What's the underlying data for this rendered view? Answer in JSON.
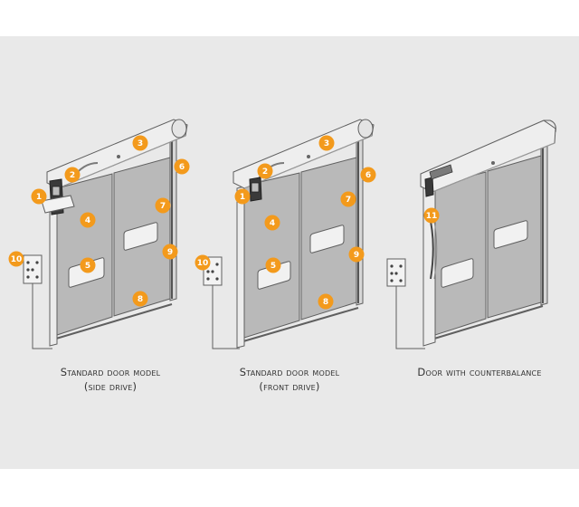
{
  "colors": {
    "badge": "#f39a1c",
    "panel": "#b9b9b9",
    "frame": "#ececec",
    "stroke": "#5f5f5f",
    "background": "#e9e9e9"
  },
  "diagrams": [
    {
      "caption_line1": "Standard door model",
      "caption_line2": "(side drive)",
      "badges": [
        "1",
        "2",
        "3",
        "4",
        "5",
        "6",
        "7",
        "8",
        "9",
        "10"
      ]
    },
    {
      "caption_line1": "Standard door model",
      "caption_line2": "(front drive)",
      "badges": [
        "1",
        "2",
        "3",
        "4",
        "5",
        "6",
        "7",
        "8",
        "9",
        "10"
      ]
    },
    {
      "caption_line1": "Door with counterbalance",
      "caption_line2": "",
      "badges": [
        "11"
      ]
    }
  ]
}
